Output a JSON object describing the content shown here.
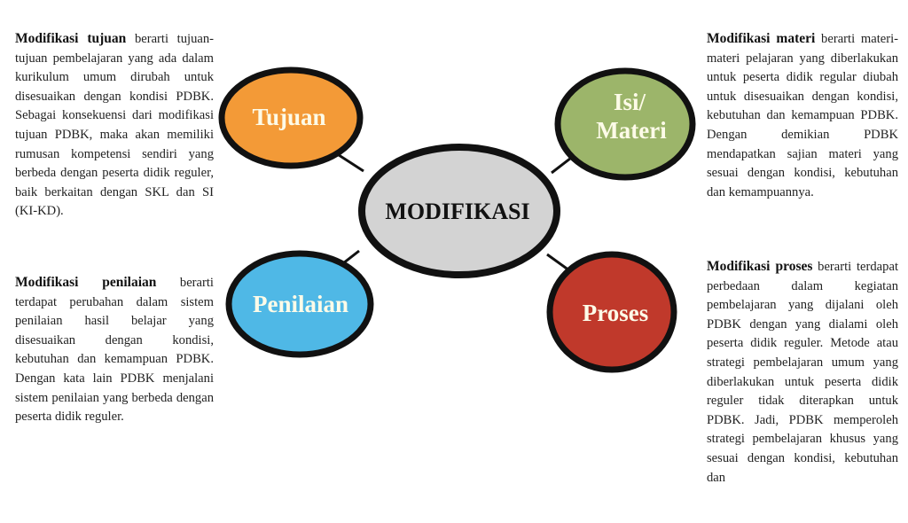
{
  "diagram": {
    "center": {
      "label": "MODIFIKASI",
      "color": "#d3d3d3"
    },
    "nodes": [
      {
        "id": "tujuan",
        "label": "Tujuan",
        "color": "#f39a37"
      },
      {
        "id": "materi",
        "label_line1": "Isi/",
        "label_line2": "Materi",
        "color": "#9cb56a"
      },
      {
        "id": "penilaian",
        "label": "Penilaian",
        "color": "#4fb8e6"
      },
      {
        "id": "proses",
        "label": "Proses",
        "color": "#c0392b"
      }
    ]
  },
  "descriptions": {
    "tujuan": {
      "bold": "Modifikasi tujuan",
      "text": " berarti tujuan-tujuan pembelajaran yang ada dalam kurikulum umum dirubah untuk disesuaikan dengan kondisi PDBK. Sebagai konsekuensi dari modifikasi tujuan PDBK, maka akan memiliki rumusan kompetensi sendiri yang berbeda dengan peserta didik reguler, baik berkaitan dengan SKL dan SI (KI-KD)."
    },
    "penilaian": {
      "bold": "Modifikasi penilaian",
      "text": " berarti terdapat perubahan dalam sistem penilaian hasil belajar yang disesuaikan dengan kondisi, kebutuhan dan kemampuan PDBK. Dengan kata lain PDBK menjalani sistem penilaian yang berbeda dengan peserta didik reguler."
    },
    "materi": {
      "bold": "Modifikasi materi",
      "text": " berarti materi-materi pelajaran yang diberlakukan untuk peserta didik regular diubah untuk disesuaikan dengan kondisi, kebutuhan dan kemampuan PDBK. Dengan demikian PDBK mendapatkan sajian materi yang sesuai dengan kondisi, kebutuhan dan kemampuannya."
    },
    "proses": {
      "bold": "Modifikasi proses",
      "text": " berarti terdapat perbedaan dalam kegiatan pembelajaran yang dijalani oleh PDBK dengan yang dialami oleh peserta didik reguler. Metode atau strategi pembelajaran umum yang diberlakukan untuk peserta didik reguler tidak diterapkan untuk PDBK. Jadi, PDBK memperoleh strategi pembelajaran khusus yang sesuai dengan kondisi, kebutuhan dan"
    }
  }
}
